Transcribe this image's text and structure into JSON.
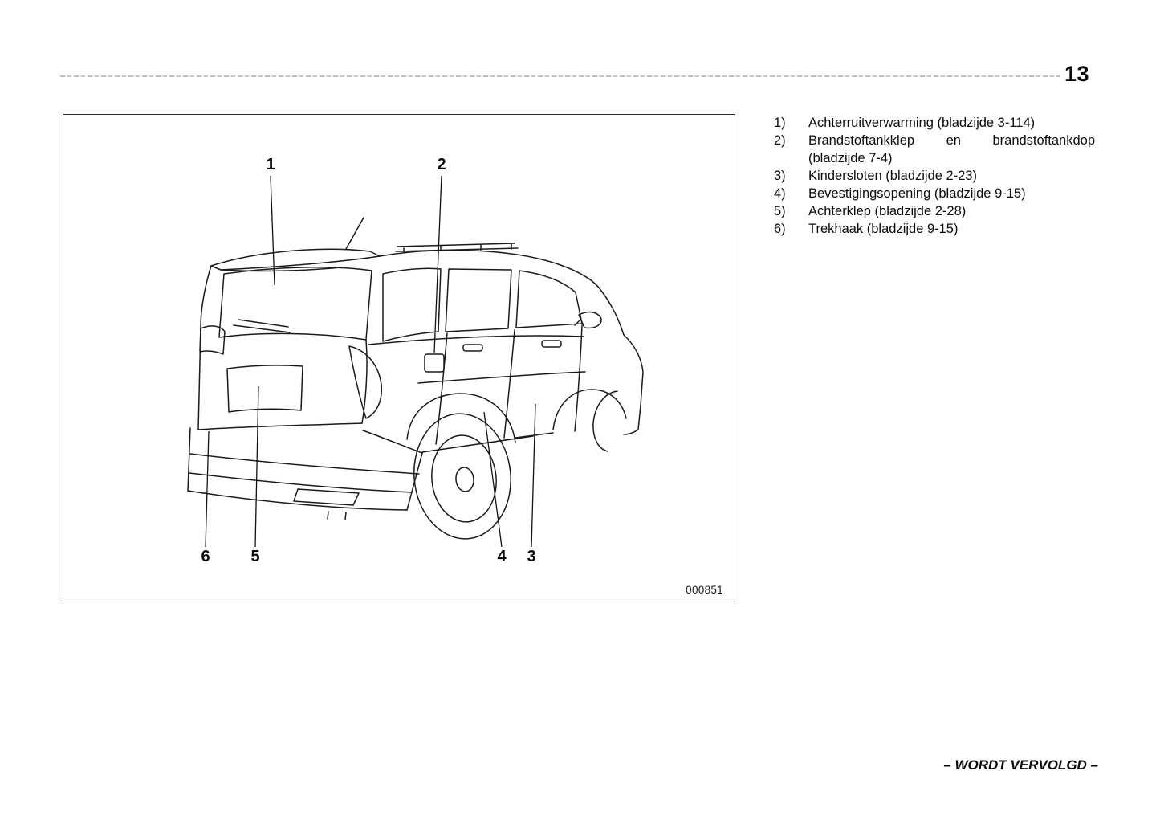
{
  "page": {
    "number": "13",
    "footer_note": "– WORDT VERVOLGD –"
  },
  "figure": {
    "code": "000851",
    "callouts": [
      "1",
      "2",
      "3",
      "4",
      "5",
      "6"
    ]
  },
  "legend": {
    "items": [
      {
        "num": "1)",
        "text": "Achterruitverwarming (bladzijde 3-114)"
      },
      {
        "num": "2)",
        "text": "Brandstoftankklep en brandstoftankdop (bladzijde 7-4)"
      },
      {
        "num": "3)",
        "text": "Kindersloten (bladzijde 2-23)"
      },
      {
        "num": "4)",
        "text": "Bevestigingsopening (bladzijde 9-15)"
      },
      {
        "num": "5)",
        "text": "Achterklep (bladzijde 2-28)"
      },
      {
        "num": "6)",
        "text": "Trekhaak (bladzijde 9-15)"
      }
    ]
  }
}
